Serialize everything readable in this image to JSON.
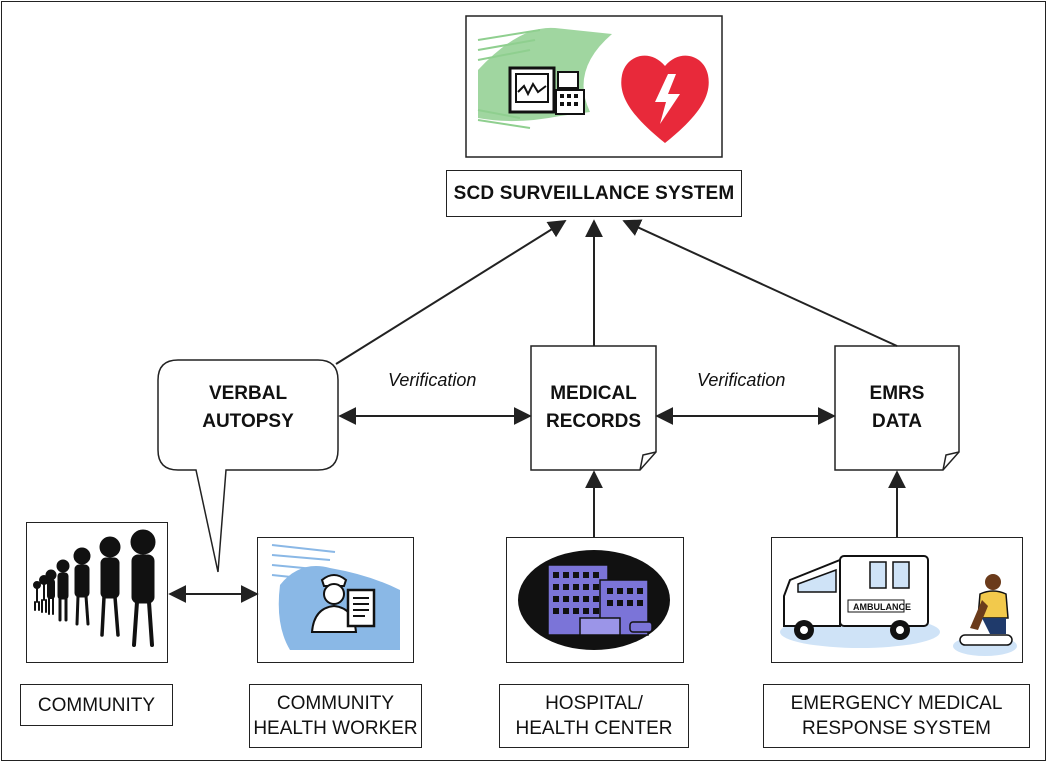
{
  "system": {
    "title": "SCD SURVEILLANCE SYSTEM"
  },
  "nodes": {
    "verbal_autopsy": "VERBAL\nAUTOPSY",
    "medical_records": "MEDICAL\nRECORDS",
    "emrs_data": "EMRS\nDATA"
  },
  "edges": {
    "verification_left": "Verification",
    "verification_right": "Verification"
  },
  "sources": {
    "community": "COMMUNITY",
    "community_health_worker": "COMMUNITY\nHEALTH WORKER",
    "hospital": "HOSPITAL/\nHEALTH CENTER",
    "emergency": "EMERGENCY MEDICAL\nRESPONSE SYSTEM"
  },
  "icons": {
    "system": [
      "medical-monitor-icon",
      "aed-heart-icon"
    ],
    "community": "people-silhouettes-icon",
    "community_health_worker": "health-worker-clipboard-icon",
    "hospital": "hospital-building-icon",
    "emergency": "ambulance-cpr-icon"
  },
  "colors": {
    "heart_red": "#e8293a",
    "wave_green": "#8fcf8f",
    "wave_blue": "#6fa8dc",
    "building_purple": "#6a5acd"
  }
}
